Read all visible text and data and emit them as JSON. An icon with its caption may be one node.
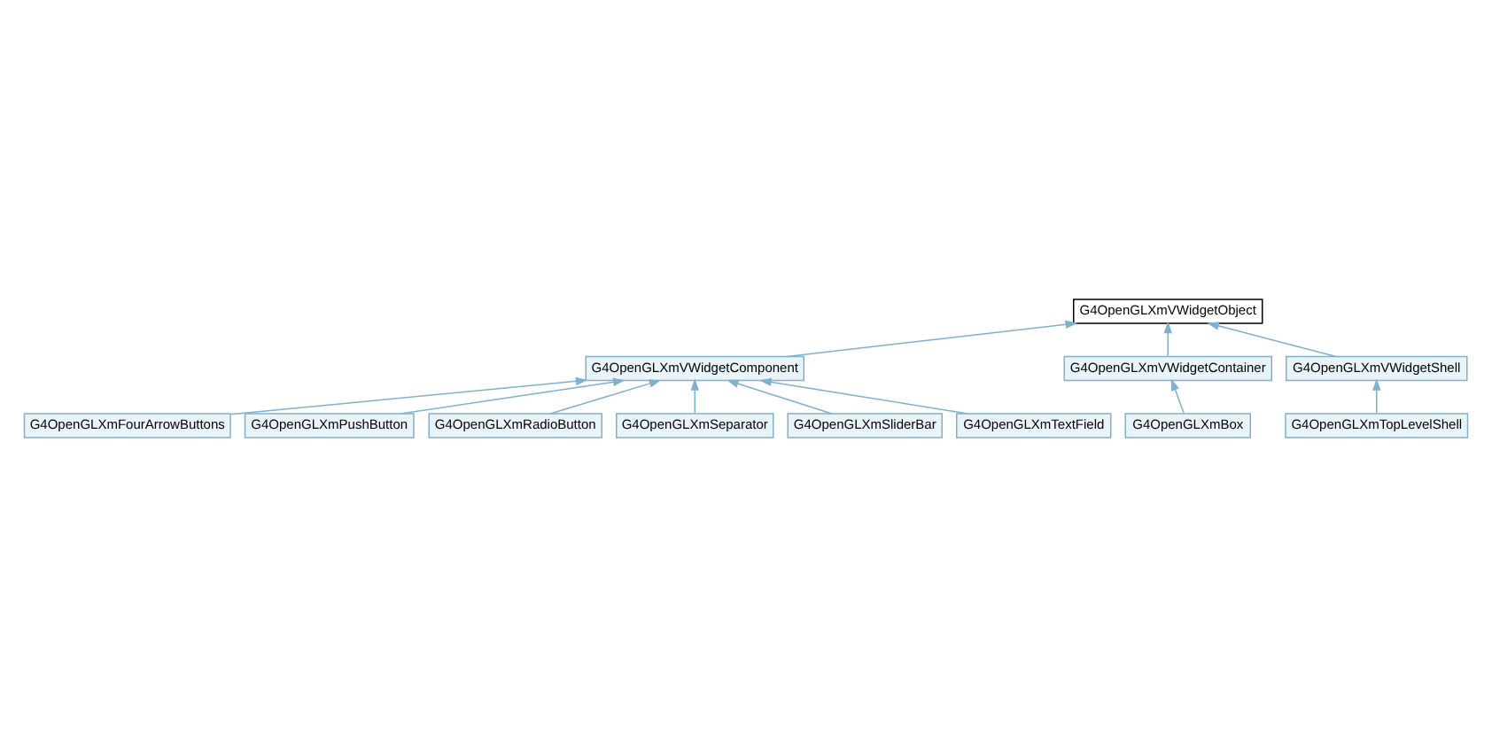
{
  "diagram": {
    "nodes": [
      {
        "text": [
          "G4OpenGLXmVWidgetObject"
        ]
      },
      {
        "text": [
          "G4OpenGLXmVWidgetComponent"
        ]
      },
      {
        "text": [
          "G4OpenGLXmVWidgetContainer"
        ]
      },
      {
        "text": [
          "G4OpenGLXmVWidgetShell"
        ]
      },
      {
        "text": [
          "G4OpenGLXmFourArrowButtons"
        ]
      },
      {
        "text": [
          "G4OpenGLXmBox"
        ]
      },
      {
        "text": [
          "G4OpenGLXmTopLevelShell"
        ]
      },
      {
        "text": [
          "G4OpenGLXmPushButton"
        ]
      },
      {
        "text": [
          "G4OpenGLXmRadioButton"
        ]
      },
      {
        "text": [
          "G4OpenGLXmSeparator"
        ]
      },
      {
        "text": [
          "G4OpenGLXmSliderBar"
        ]
      },
      {
        "text": [
          "G4OpenGLXmTextField"
        ]
      }
    ],
    "edges": [
      {
        "from": 1,
        "to": 0,
        "arrow": "to"
      },
      {
        "from": 2,
        "to": 0,
        "arrow": "to"
      },
      {
        "from": 3,
        "to": 0,
        "arrow": "to"
      },
      {
        "from": 4,
        "to": 1,
        "arrow": "to"
      },
      {
        "from": 5,
        "to": 2,
        "arrow": "to"
      },
      {
        "from": 6,
        "to": 3,
        "arrow": "to"
      },
      {
        "from": 7,
        "to": 1,
        "arrow": "to"
      },
      {
        "from": 8,
        "to": 1,
        "arrow": "to"
      },
      {
        "from": 9,
        "to": 1,
        "arrow": "to"
      },
      {
        "from": 10,
        "to": 1,
        "arrow": "to"
      },
      {
        "from": 11,
        "to": 1,
        "arrow": "to"
      }
    ]
  }
}
